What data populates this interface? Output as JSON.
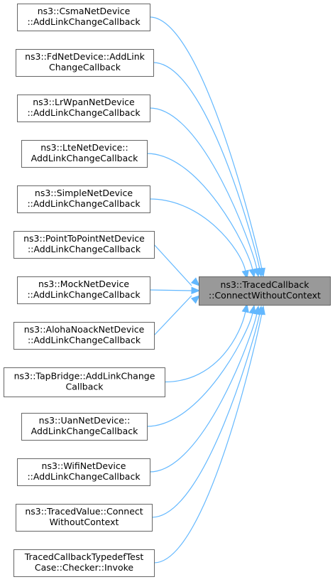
{
  "diagram": {
    "target": {
      "lines": [
        "ns3::TracedCallback",
        "::ConnectWithoutContext"
      ]
    },
    "callers": [
      {
        "id": "csma",
        "lines": [
          "ns3::CsmaNetDevice",
          "::AddLinkChangeCallback"
        ]
      },
      {
        "id": "fd",
        "lines": [
          "ns3::FdNetDevice::AddLink",
          "ChangeCallback"
        ]
      },
      {
        "id": "lrwpan",
        "lines": [
          "ns3::LrWpanNetDevice",
          "::AddLinkChangeCallback"
        ]
      },
      {
        "id": "lte",
        "lines": [
          "ns3::LteNetDevice::",
          "AddLinkChangeCallback"
        ]
      },
      {
        "id": "simple",
        "lines": [
          "ns3::SimpleNetDevice",
          "::AddLinkChangeCallback"
        ]
      },
      {
        "id": "p2p",
        "lines": [
          "ns3::PointToPointNetDevice",
          "::AddLinkChangeCallback"
        ]
      },
      {
        "id": "mock",
        "lines": [
          "ns3::MockNetDevice",
          "::AddLinkChangeCallback"
        ]
      },
      {
        "id": "aloha",
        "lines": [
          "ns3::AlohaNoackNetDevice",
          "::AddLinkChangeCallback"
        ]
      },
      {
        "id": "tapbridge",
        "lines": [
          "ns3::TapBridge::AddLinkChange",
          "Callback"
        ]
      },
      {
        "id": "uan",
        "lines": [
          "ns3::UanNetDevice::",
          "AddLinkChangeCallback"
        ]
      },
      {
        "id": "wifi",
        "lines": [
          "ns3::WifiNetDevice",
          "::AddLinkChangeCallback"
        ]
      },
      {
        "id": "tracedvalue",
        "lines": [
          "ns3::TracedValue::Connect",
          "WithoutContext"
        ]
      },
      {
        "id": "checker",
        "lines": [
          "TracedCallbackTypedefTest",
          "Case::Checker::Invoke"
        ]
      }
    ],
    "colors": {
      "edge": "#63b8ff",
      "node_border": "#666666",
      "target_fill": "#999999",
      "node_fill": "#ffffff"
    }
  }
}
